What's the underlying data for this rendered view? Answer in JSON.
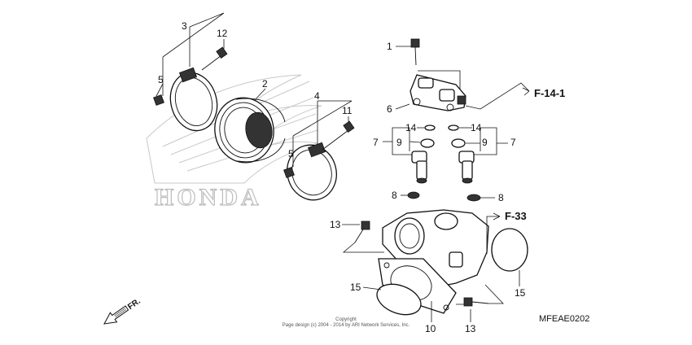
{
  "watermark": {
    "brand": "HONDA"
  },
  "callouts": {
    "c1": "1",
    "c2": "2",
    "c3": "3",
    "c4": "4",
    "c5a": "5",
    "c5b": "5",
    "c6": "6",
    "c7a": "7",
    "c7b": "7",
    "c8a": "8",
    "c8b": "8",
    "c9a": "9",
    "c9b": "9",
    "c10": "10",
    "c11": "11",
    "c12": "12",
    "c13a": "13",
    "c13b": "13",
    "c14a": "14",
    "c14b": "14",
    "c15a": "15",
    "c15b": "15"
  },
  "refs": {
    "f14": "F-14-1",
    "f33": "F-33"
  },
  "front_marker": "FR.",
  "diagram_code": "MFEAE0202",
  "copyright": {
    "line1": "Copyright",
    "line2": "Page design (c) 2004 - 2014 by ARI Network Services, Inc."
  }
}
